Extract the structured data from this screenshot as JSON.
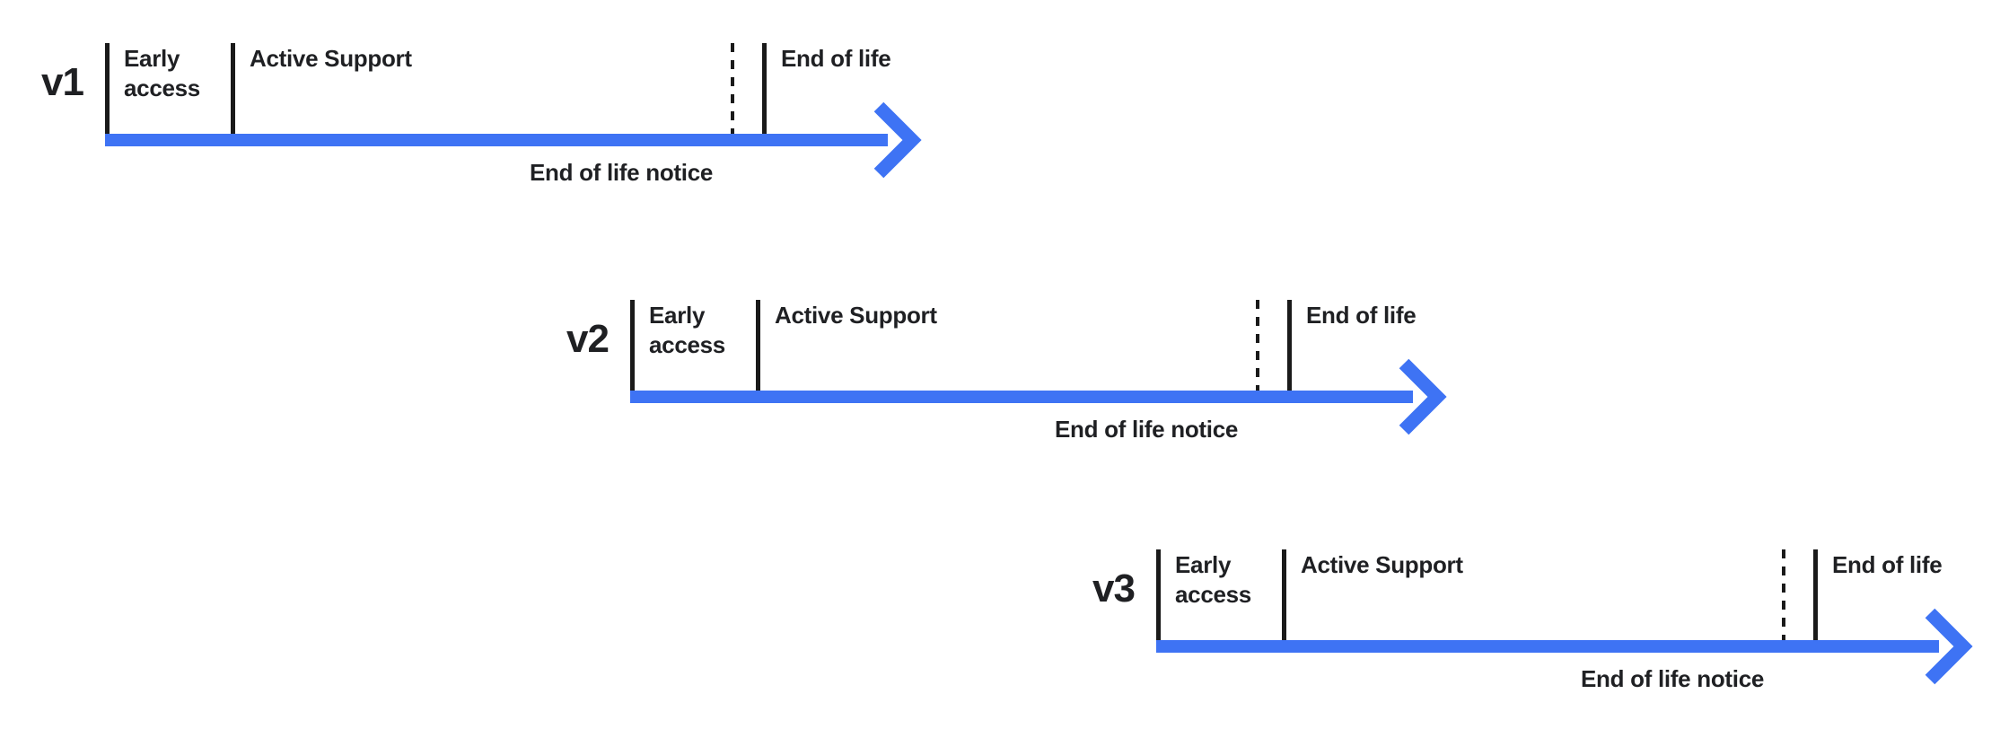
{
  "colors": {
    "accent": "#3E73F4",
    "text": "#1F2023",
    "tick": "#1A1A1A"
  },
  "timelines": [
    {
      "version": "v1",
      "early_access": "Early access",
      "active_support": "Active Support",
      "end_of_life": "End of life",
      "end_of_life_notice": "End of life notice"
    },
    {
      "version": "v2",
      "early_access": "Early access",
      "active_support": "Active Support",
      "end_of_life": "End of life",
      "end_of_life_notice": "End of life notice"
    },
    {
      "version": "v3",
      "early_access": "Early access",
      "active_support": "Active Support",
      "end_of_life": "End of life",
      "end_of_life_notice": "End of life notice"
    }
  ]
}
